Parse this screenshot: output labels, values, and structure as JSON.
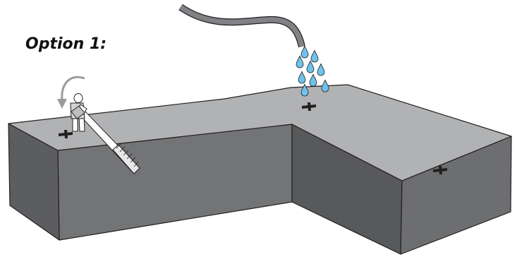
{
  "diagram": {
    "option_label": "Option 1:",
    "colors": {
      "top_face": "#b1b2b4",
      "front_face": "#737476",
      "side_face": "#58595b",
      "outline": "#231f20",
      "hose": "#808285",
      "water": "#6ec2eb",
      "marker": "#231f20"
    },
    "objects": [
      {
        "name": "l-shaped-slab",
        "kind": "block"
      },
      {
        "name": "water-hose",
        "kind": "icon"
      },
      {
        "name": "water-drops",
        "kind": "icon",
        "count": 9
      },
      {
        "name": "worker-with-sledgehammer",
        "kind": "icon"
      },
      {
        "name": "rotation-arrow",
        "kind": "icon"
      },
      {
        "name": "x-marker",
        "kind": "marker",
        "count": 3
      }
    ]
  }
}
